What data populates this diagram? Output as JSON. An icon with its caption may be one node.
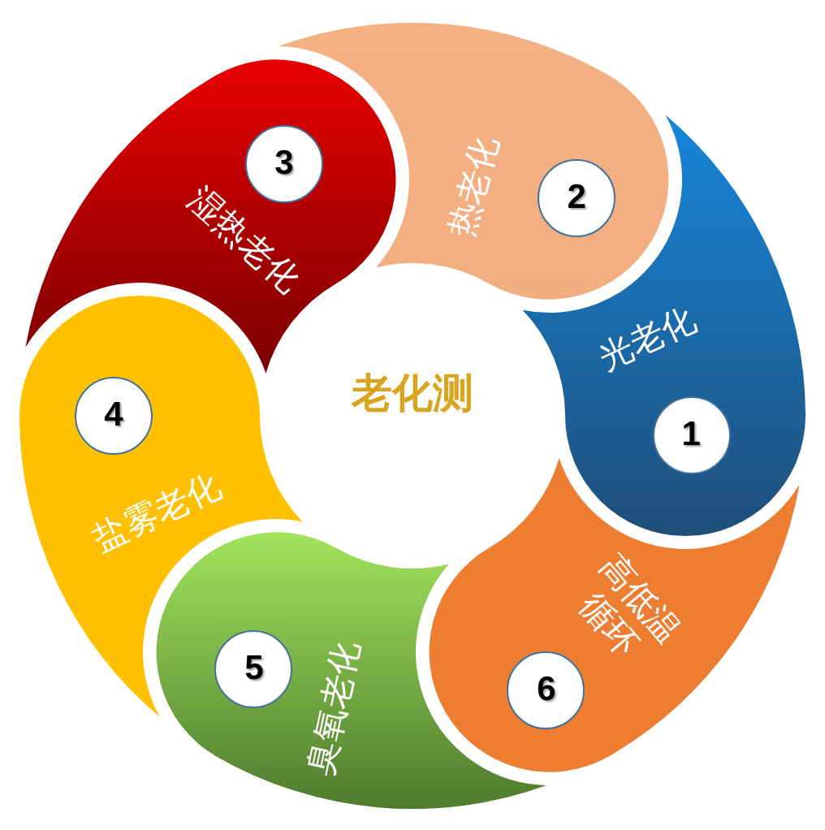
{
  "diagram": {
    "title": "老化测",
    "nodes": [
      {
        "text": [
          "光老化"
        ]
      },
      {
        "text": [
          "1"
        ],
        "in": 0
      },
      {
        "text": [
          "热老化"
        ]
      },
      {
        "text": [
          "2"
        ],
        "in": 2
      },
      {
        "text": [
          "湿热老化"
        ]
      },
      {
        "text": [
          "3"
        ],
        "in": 4
      },
      {
        "text": [
          "盐雾老化"
        ]
      },
      {
        "text": [
          "4"
        ],
        "in": 6
      },
      {
        "text": [
          "臭氧老化"
        ]
      },
      {
        "text": [
          "5"
        ],
        "in": 8
      },
      {
        "text": [
          "高低温循环"
        ]
      },
      {
        "text": [
          "6"
        ],
        "in": 10
      }
    ]
  }
}
